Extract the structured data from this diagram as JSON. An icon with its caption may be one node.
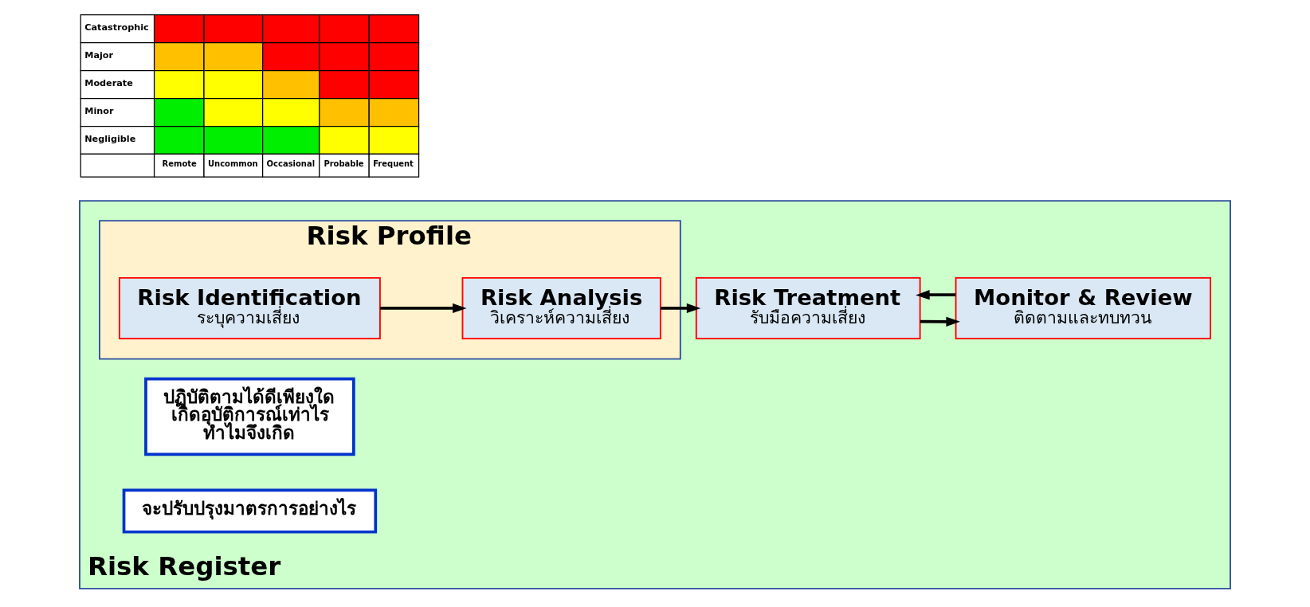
{
  "diagram": {
    "nodes": [
      {
        "text": [
          "Risk Register"
        ]
      },
      {
        "text": [
          "Risk Profile"
        ],
        "in": 0
      },
      {
        "text": [
          "Risk Identification",
          "ระบุความเสี่ยง"
        ],
        "in": 1
      },
      {
        "text": [
          "Risk Analysis",
          "วิเคราะห์ความเสี่ยง"
        ],
        "in": 1
      },
      {
        "text": [
          "ปฏิบัติตามได้ดีเพียงใด เกิดอุบัติการณ์เท่าไร ทำไมจึงเกิด"
        ],
        "in": 0
      },
      {
        "text": [
          "Risk Treatment",
          "รับมือความเสี่ยง"
        ],
        "in": 0
      },
      {
        "text": [
          "Monitor & Review",
          "ติดตามและทบทวน"
        ],
        "in": 0
      },
      {
        "text": [
          "จะปรับปรุงมาตรการอย่างไร"
        ],
        "in": 0
      }
    ],
    "edges": [
      {
        "from": 2,
        "to": 3,
        "arrow": "to"
      },
      {
        "from": 3,
        "to": 5,
        "arrow": "to"
      },
      {
        "from": 5,
        "to": 6,
        "arrow": "to"
      },
      {
        "from": 6,
        "to": 5,
        "arrow": "to"
      }
    ],
    "labels": [
      "Catastrophic",
      "Major",
      "Moderate",
      "Minor",
      "Negligible",
      "Remote",
      "Uncommon",
      "Occasional",
      "Probable",
      "Frequent"
    ]
  }
}
